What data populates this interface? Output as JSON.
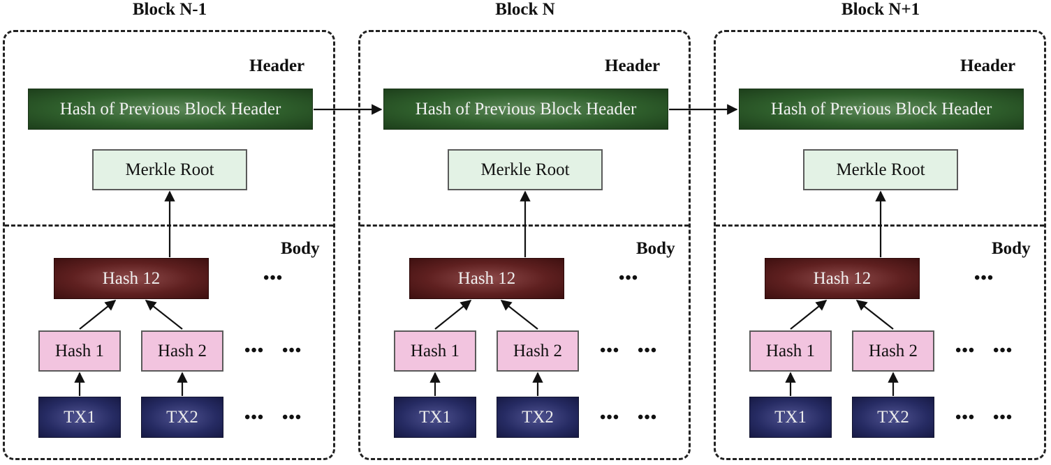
{
  "blocks": [
    {
      "title": "Block N-1",
      "header_label": "Header",
      "body_label": "Body",
      "prev_hash_label": "Hash of Previous Block Header",
      "merkle_label": "Merkle Root",
      "hash12_label": "Hash 12",
      "hash1_label": "Hash 1",
      "hash2_label": "Hash 2",
      "tx1_label": "TX1",
      "tx2_label": "TX2",
      "ellipsis": "•••"
    },
    {
      "title": "Block N",
      "header_label": "Header",
      "body_label": "Body",
      "prev_hash_label": "Hash of Previous Block Header",
      "merkle_label": "Merkle Root",
      "hash12_label": "Hash 12",
      "hash1_label": "Hash 1",
      "hash2_label": "Hash 2",
      "tx1_label": "TX1",
      "tx2_label": "TX2",
      "ellipsis": "•••"
    },
    {
      "title": "Block N+1",
      "header_label": "Header",
      "body_label": "Body",
      "prev_hash_label": "Hash of Previous Block Header",
      "merkle_label": "Merkle Root",
      "hash12_label": "Hash 12",
      "hash1_label": "Hash 1",
      "hash2_label": "Hash 2",
      "tx1_label": "TX1",
      "tx2_label": "TX2",
      "ellipsis": "•••"
    }
  ],
  "colors": {
    "prev_hash_fill": "#2f5f2c",
    "merkle_fill": "#e3f2e5",
    "hash12_fill": "#5f2020",
    "hash_leaf_fill": "#f2c4df",
    "tx_fill": "#262b63"
  }
}
